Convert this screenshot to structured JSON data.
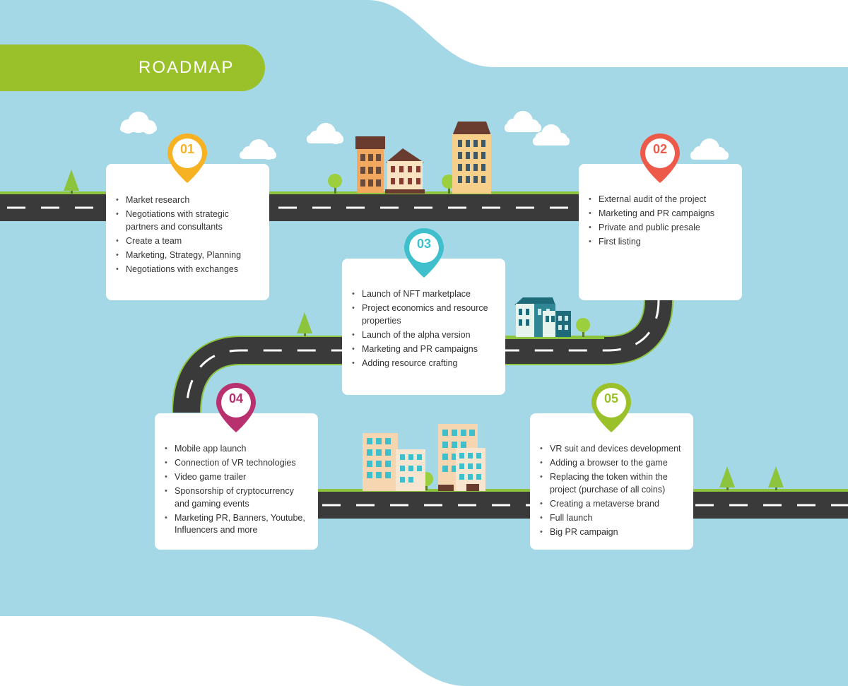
{
  "title": "ROADMAP",
  "colors": {
    "sky": "#a4d8e6",
    "banner": "#9bc12a",
    "road": "#3a3a3a",
    "grass": "#8cc43e",
    "pin_01": "#f6b223",
    "pin_02": "#ee5a4a",
    "pin_03": "#3ebfcb",
    "pin_04": "#b9306f",
    "pin_05": "#9bc12a"
  },
  "stages": [
    {
      "number": "01",
      "items": [
        "Market research",
        "Negotiations with strategic partners and consultants",
        "Create a team",
        "Marketing, Strategy, Planning",
        "Negotiations with exchanges"
      ]
    },
    {
      "number": "02",
      "items": [
        "External audit of the project",
        "Marketing and PR campaigns",
        "Private and public presale",
        "First listing"
      ]
    },
    {
      "number": "03",
      "items": [
        "Launch of NFT marketplace",
        "Project economics and resource properties",
        "Launch of the alpha version",
        "Marketing and PR campaigns",
        "Adding resource crafting"
      ]
    },
    {
      "number": "04",
      "items": [
        "Mobile app launch",
        "Connection of VR technologies",
        "Video game trailer",
        "Sponsorship of cryptocurrency and gaming events",
        "Marketing PR, Banners, Youtube, Influencers and more"
      ]
    },
    {
      "number": "05",
      "items": [
        "VR suit and devices development",
        "Adding a browser to the game",
        "Replacing the token within the project (purchase of all coins)",
        "Creating a metaverse brand",
        "Full launch",
        "Big PR campaign"
      ]
    }
  ]
}
